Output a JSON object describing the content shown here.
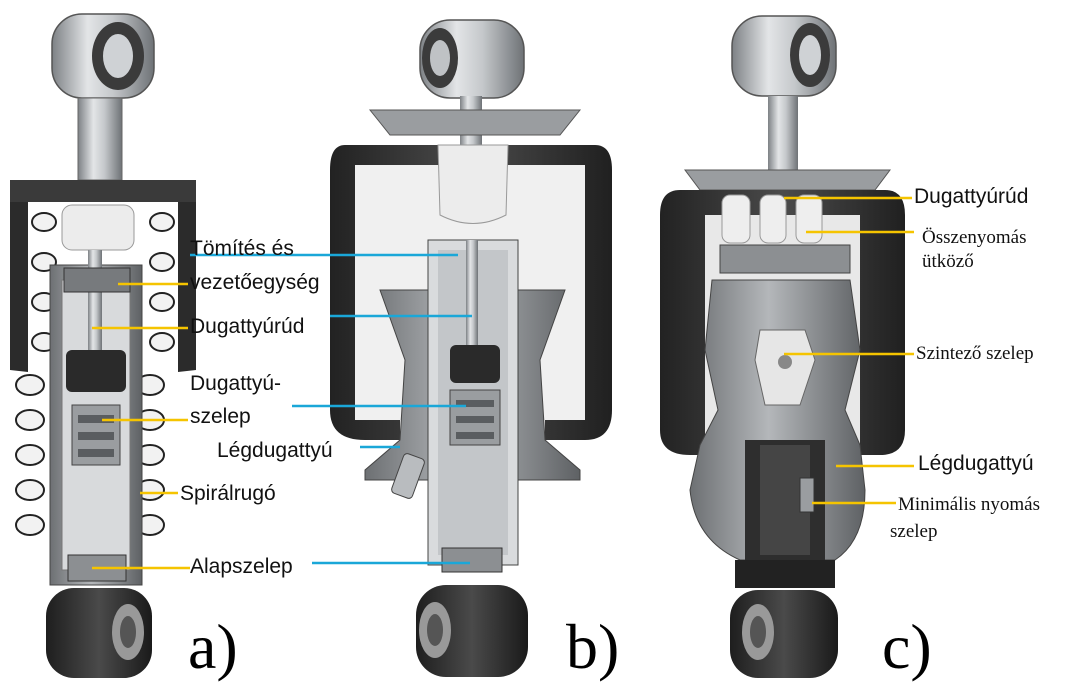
{
  "colors": {
    "leader_yellow": "#f5c400",
    "leader_blue": "#1aa7d8",
    "metal": "#b9bcbf",
    "metal_dark": "#6f7377",
    "rubber": "#2a2a2a",
    "bellow": "#3a3a3a",
    "piston_grey": "#8c8f92"
  },
  "panels": [
    {
      "letter": "a)",
      "labels": [
        "Tömítés és",
        "vezetőegység",
        "Dugattyúrúd",
        "Dugattyú-",
        "szelep",
        "Spirálrugó",
        "Alapszelep"
      ]
    },
    {
      "letter": "b)",
      "labels": [
        "Légdugattyú"
      ]
    },
    {
      "letter": "c)",
      "labels": [
        "Dugattyúrúd",
        "Összenyomás",
        "ütköző",
        "Szintező szelep",
        "Légdugattyú",
        "Minimális nyomás",
        "szelep"
      ]
    }
  ]
}
